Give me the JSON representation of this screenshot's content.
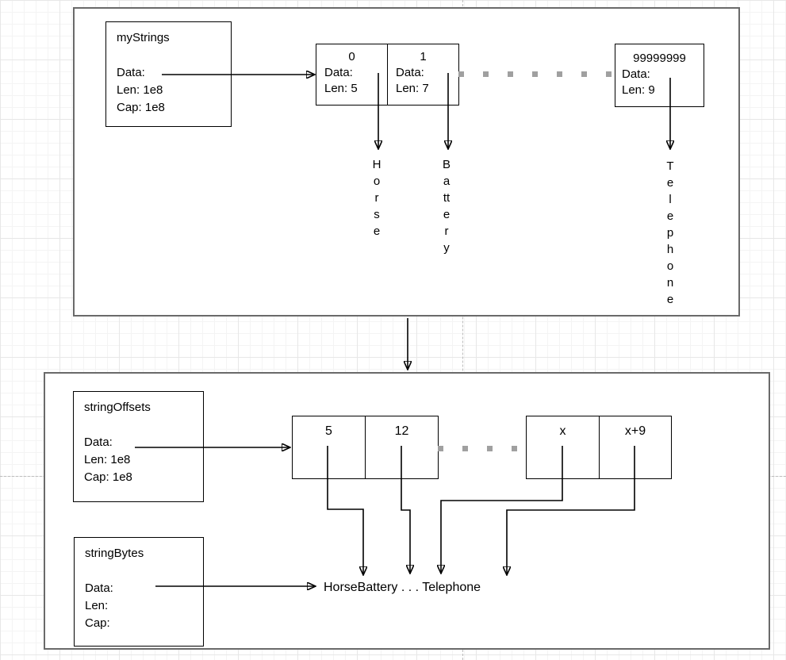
{
  "diagram": {
    "top": {
      "my_strings": {
        "title": "myStrings",
        "fields": [
          "Data:",
          "Len: 1e8",
          "Cap: 1e8"
        ]
      },
      "header_cells": [
        {
          "label": "0",
          "fields": [
            "Data:",
            "Len: 5"
          ]
        },
        {
          "label": "1",
          "fields": [
            "Data:",
            "Len: 7"
          ]
        },
        {
          "label": "99999999",
          "fields": [
            "Data:",
            "Len: 9"
          ]
        }
      ],
      "strings": [
        {
          "word": "Horse",
          "lines": [
            "H",
            "o",
            "r",
            "s",
            "e"
          ]
        },
        {
          "word": "Battery",
          "lines": [
            "B",
            "a",
            "tt",
            "e",
            "r",
            "y"
          ]
        },
        {
          "word": "Telephone",
          "lines": [
            "T",
            "e",
            "l",
            "e",
            "p",
            "h",
            "o",
            "n",
            "e"
          ]
        }
      ]
    },
    "bottom": {
      "string_offsets": {
        "title": "stringOffsets",
        "fields": [
          "Data:",
          "Len: 1e8",
          "Cap: 1e8"
        ]
      },
      "offset_cells": [
        {
          "label": "5"
        },
        {
          "label": "12"
        },
        {
          "label": "x"
        },
        {
          "label": "x+9"
        }
      ],
      "string_bytes": {
        "title": "stringBytes",
        "fields": [
          "Data:",
          "Len:",
          "Cap:"
        ]
      },
      "bytes_string": "HorseBattery . . . Telephone"
    },
    "colors": {
      "outer_border": "#6a6a6a",
      "shape_border": "#000000",
      "connector": "#000000",
      "dashed_connector": "#a0a0a0",
      "page_break": "#bdbdbd",
      "grid": "#e7e7e7"
    }
  }
}
